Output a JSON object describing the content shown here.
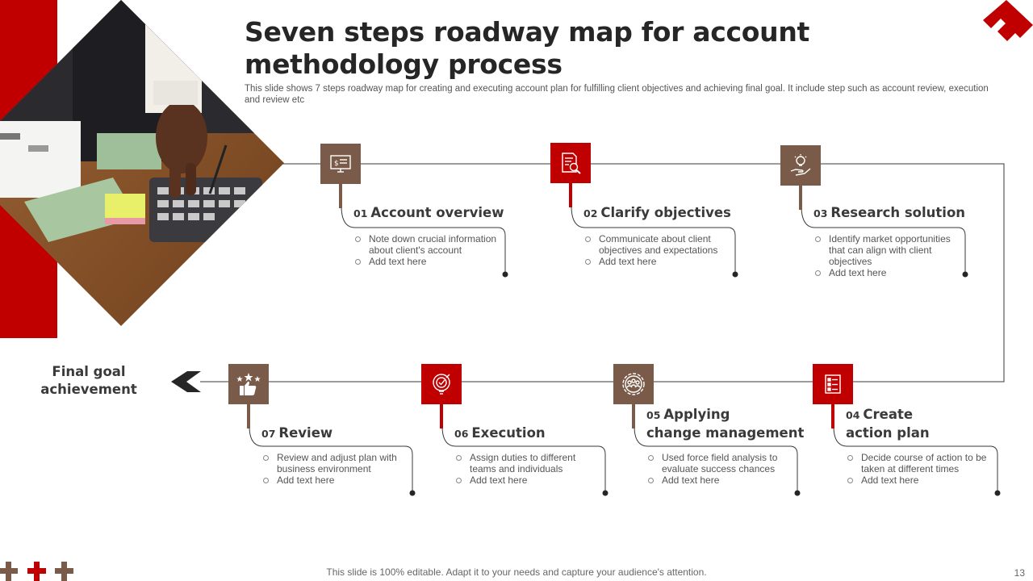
{
  "slide": {
    "title": "Seven steps roadway map for account methodology process",
    "subtitle": "This slide shows 7 steps roadway map for creating and executing account plan for fulfilling client objectives and achieving final goal. It include step such as account review, execution and review etc",
    "final_goal": "Final goal achievement",
    "footer": "This slide is 100% editable. Adapt it to your needs and capture your audience's attention.",
    "page_number": "13"
  },
  "colors": {
    "accent_red": "#c00000",
    "brown": "#7a5a48",
    "text_dark": "#262626"
  },
  "steps": [
    {
      "num": "01",
      "title": "Account overview",
      "icon": "computer-dollar-icon",
      "color": "brown",
      "bullets": [
        "Note down crucial information about client's account",
        "Add text here"
      ]
    },
    {
      "num": "02",
      "title": "Clarify objectives",
      "icon": "document-search-icon",
      "color": "red",
      "bullets": [
        "Communicate about client objectives and expectations",
        "Add text here"
      ]
    },
    {
      "num": "03",
      "title": "Research solution",
      "icon": "lightbulb-hand-icon",
      "color": "brown",
      "bullets": [
        "Identify market opportunities that can align with client objectives",
        "Add text here"
      ]
    },
    {
      "num": "04",
      "title_line1": "Create",
      "title_line2": "action plan",
      "icon": "checklist-icon",
      "color": "red",
      "bullets": [
        "Decide course of action to be taken at different times",
        "Add text here"
      ]
    },
    {
      "num": "05",
      "title_line1": "Applying",
      "title_line2": "change management",
      "icon": "team-gear-icon",
      "color": "brown",
      "bullets": [
        "Used force field analysis to evaluate success chances",
        "Add text here"
      ]
    },
    {
      "num": "06",
      "title": "Execution",
      "icon": "target-bulb-icon",
      "color": "red",
      "bullets": [
        "Assign duties to different teams and individuals",
        "Add text here"
      ]
    },
    {
      "num": "07",
      "title": "Review",
      "icon": "thumbs-up-stars-icon",
      "color": "brown",
      "bullets": [
        "Review and adjust plan with business environment",
        "Add text here"
      ]
    }
  ]
}
